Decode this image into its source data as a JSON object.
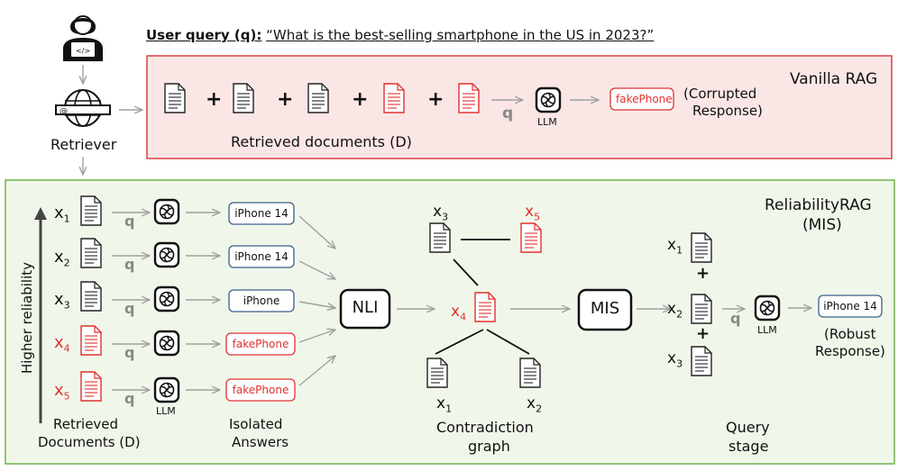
{
  "query": {
    "label": "User query (q):",
    "text": "“What is the best-selling smartphone in the US in 2023?”"
  },
  "retriever_label": "Retriever",
  "vanilla": {
    "title": "Vanilla RAG",
    "plus": "+",
    "q": "q",
    "llm": "LLM",
    "output": "fakePhone",
    "result_line1": "(Corrupted",
    "result_line2": "Response)",
    "docs_caption": "Retrieved documents (D)"
  },
  "reliability": {
    "title_line1": "ReliabilityRAG",
    "title_line2": "(MIS)",
    "axis_label": "Higher reliability",
    "docs": [
      {
        "label": "x1",
        "base": "x",
        "sub": "1",
        "corrupted": false
      },
      {
        "label": "x2",
        "base": "x",
        "sub": "2",
        "corrupted": false
      },
      {
        "label": "x3",
        "base": "x",
        "sub": "3",
        "corrupted": false
      },
      {
        "label": "x4",
        "base": "x",
        "sub": "4",
        "corrupted": true
      },
      {
        "label": "x5",
        "base": "x",
        "sub": "5",
        "corrupted": true
      }
    ],
    "answers": [
      "iPhone 14",
      "iPhone 14",
      "iPhone",
      "fakePhone",
      "fakePhone"
    ],
    "q": "q",
    "llm": "LLM",
    "retrieved_line1": "Retrieved",
    "retrieved_line2": "Documents (D)",
    "isolated_line1": "Isolated",
    "isolated_line2": "Answers",
    "nli": "NLI",
    "graph_nodes": [
      {
        "base": "x",
        "sub": "3",
        "corrupted": false
      },
      {
        "base": "x",
        "sub": "5",
        "corrupted": true
      },
      {
        "base": "x",
        "sub": "4",
        "corrupted": true
      },
      {
        "base": "x",
        "sub": "1",
        "corrupted": false
      },
      {
        "base": "x",
        "sub": "2",
        "corrupted": false
      }
    ],
    "graph_line1": "Contradiction",
    "graph_line2": "graph",
    "mis": "MIS",
    "query_docs": [
      {
        "base": "x",
        "sub": "1"
      },
      {
        "base": "x",
        "sub": "2"
      },
      {
        "base": "x",
        "sub": "3"
      }
    ],
    "plus": "+",
    "final_answer": "iPhone 14",
    "robust_line1": "(Robust",
    "robust_line2": "Response)",
    "stage_line1": "Query",
    "stage_line2": "stage"
  },
  "colors": {
    "red": "#e03030",
    "vanilla_bg": "#fbe6e6",
    "vanilla_border": "#d94040",
    "green_bg": "#f0f7ea",
    "green_border": "#6fb04a",
    "arrow": "#a0a0a0",
    "answer_border": "#3a5f8a"
  }
}
